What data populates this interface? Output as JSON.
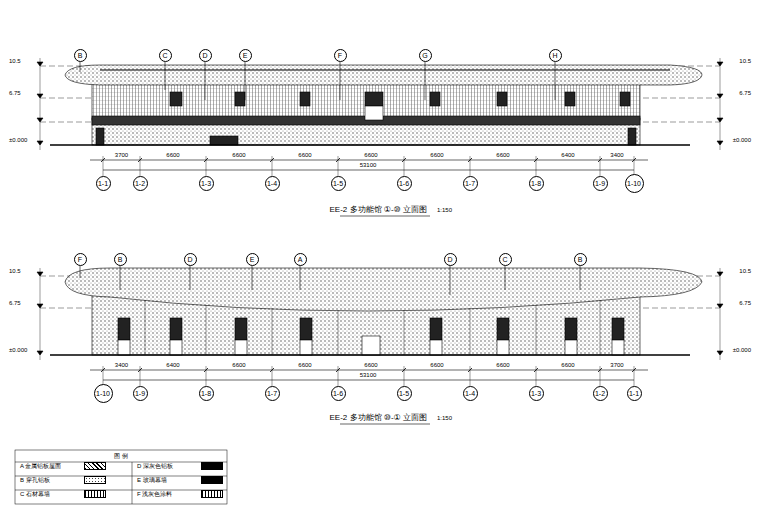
{
  "diagram": {
    "nodes": [
      {
        "text": [
          "B"
        ]
      },
      {
        "text": [
          "C"
        ]
      },
      {
        "text": [
          "D"
        ]
      },
      {
        "text": [
          "E"
        ]
      },
      {
        "text": [
          "F"
        ]
      },
      {
        "text": [
          "G"
        ]
      },
      {
        "text": [
          "H"
        ]
      },
      {
        "text": [
          "1-1"
        ]
      },
      {
        "text": [
          "1-2"
        ]
      },
      {
        "text": [
          "1-3"
        ]
      },
      {
        "text": [
          "1-4"
        ]
      },
      {
        "text": [
          "1-5"
        ]
      },
      {
        "text": [
          "1-6"
        ]
      },
      {
        "text": [
          "1-7"
        ]
      },
      {
        "text": [
          "1-8"
        ]
      },
      {
        "text": [
          "1-9"
        ]
      },
      {
        "text": [
          "1-10"
        ]
      },
      {
        "text": [
          "F"
        ]
      },
      {
        "text": [
          "B"
        ]
      },
      {
        "text": [
          "D"
        ]
      },
      {
        "text": [
          "E"
        ]
      },
      {
        "text": [
          "A"
        ]
      },
      {
        "text": [
          "D"
        ]
      },
      {
        "text": [
          "C"
        ]
      },
      {
        "text": [
          "B"
        ]
      },
      {
        "text": [
          "1-10"
        ]
      },
      {
        "text": [
          "1-9"
        ]
      },
      {
        "text": [
          "1-8"
        ]
      },
      {
        "text": [
          "1-7"
        ]
      },
      {
        "text": [
          "1-6"
        ]
      },
      {
        "text": [
          "1-5"
        ]
      },
      {
        "text": [
          "1-4"
        ]
      },
      {
        "text": [
          "1-3"
        ]
      },
      {
        "text": [
          "1-2"
        ]
      },
      {
        "text": [
          "1-1"
        ]
      }
    ],
    "labels": [
      "10.5",
      "6.75",
      "±0.000",
      "10.5",
      "6.75",
      "±0.000",
      "3700",
      "6600",
      "6600",
      "6600",
      "6600",
      "6600",
      "6600",
      "6400",
      "3400",
      "53100",
      "EE-2 多功能馆 ①-⑩ 立面图",
      "1:150",
      "10.5",
      "6.75",
      "±0.000",
      "10.5",
      "6.75",
      "±0.000",
      "3400",
      "6400",
      "6600",
      "6600",
      "6600",
      "6600",
      "6600",
      "6600",
      "3700",
      "53100",
      "EE-2 多功能馆 ⑩-① 立面图",
      "1:150",
      "图 例"
    ],
    "legend": [
      {
        "text": "A 金属铝板屋面"
      },
      {
        "text": "B 穿孔铝板"
      },
      {
        "text": "C 石材幕墙"
      },
      {
        "text": "D 深灰色铝板",
        "color": "#000000"
      },
      {
        "text": "E 玻璃幕墙",
        "color": "#000000"
      },
      {
        "text": "F 浅灰色涂料"
      }
    ]
  }
}
